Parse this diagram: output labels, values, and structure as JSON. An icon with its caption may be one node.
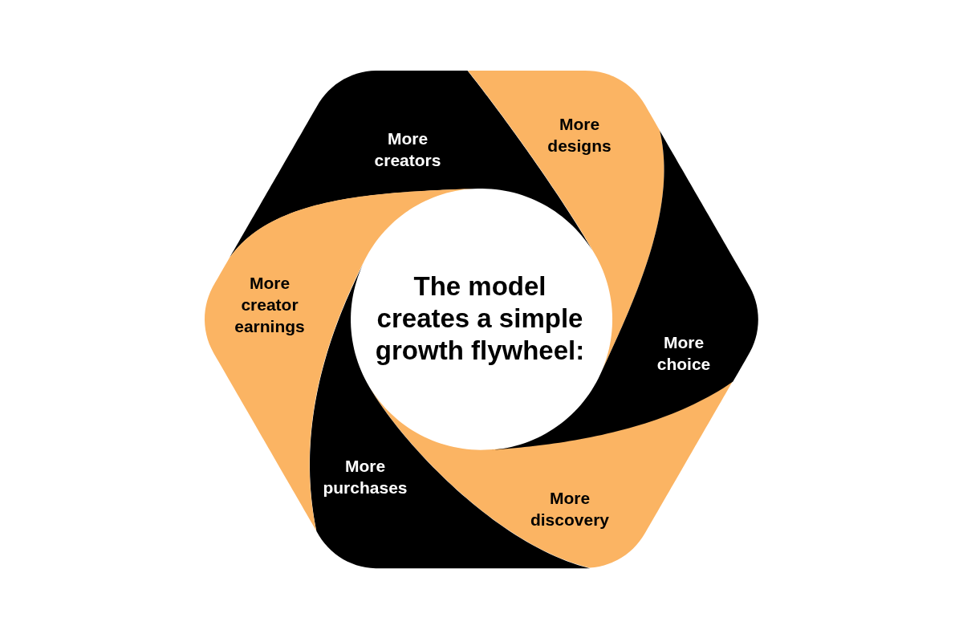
{
  "diagram": {
    "nodes": [
      {
        "text": [
          "The model creates a simple growth flywheel:"
        ]
      },
      {
        "text": [
          "More creators"
        ]
      },
      {
        "text": [
          "More designs"
        ]
      },
      {
        "text": [
          "More choice"
        ]
      },
      {
        "text": [
          "More discovery"
        ]
      },
      {
        "text": [
          "More purchases"
        ]
      },
      {
        "text": [
          "More creator earnings"
        ]
      }
    ]
  }
}
